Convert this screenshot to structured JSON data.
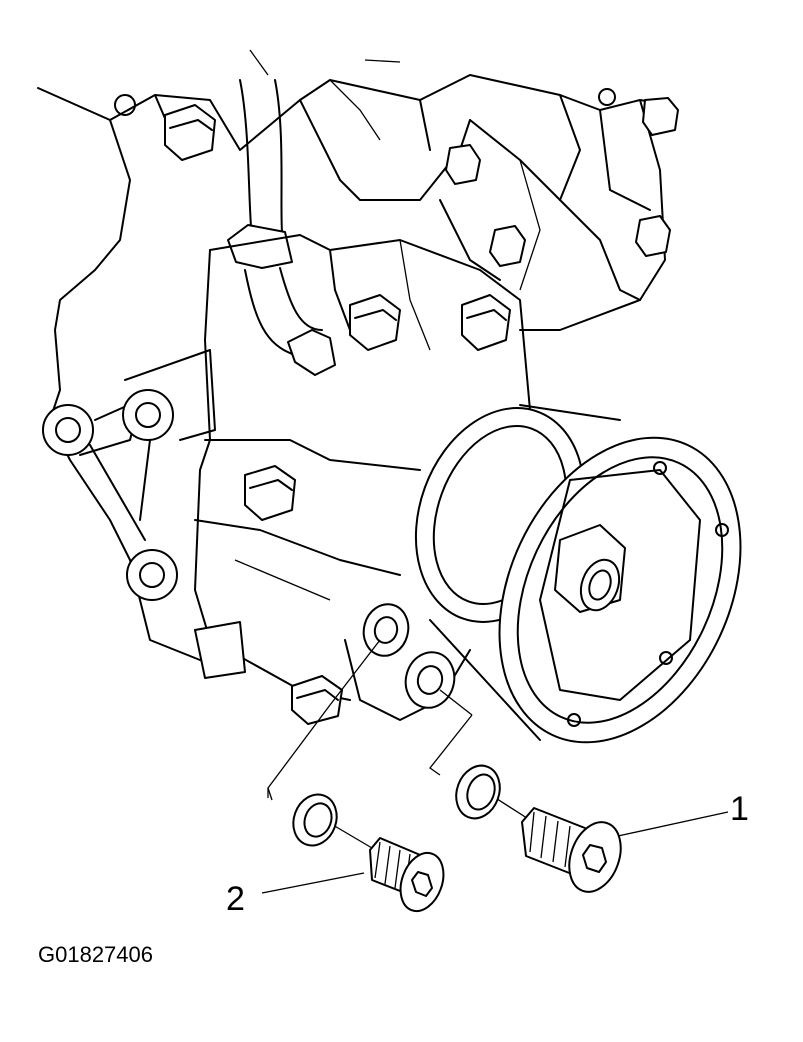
{
  "figure": {
    "figure_id": "G01827406",
    "callouts": [
      {
        "label": "1",
        "part": "bolt-right"
      },
      {
        "label": "2",
        "part": "bolt-left"
      }
    ]
  }
}
